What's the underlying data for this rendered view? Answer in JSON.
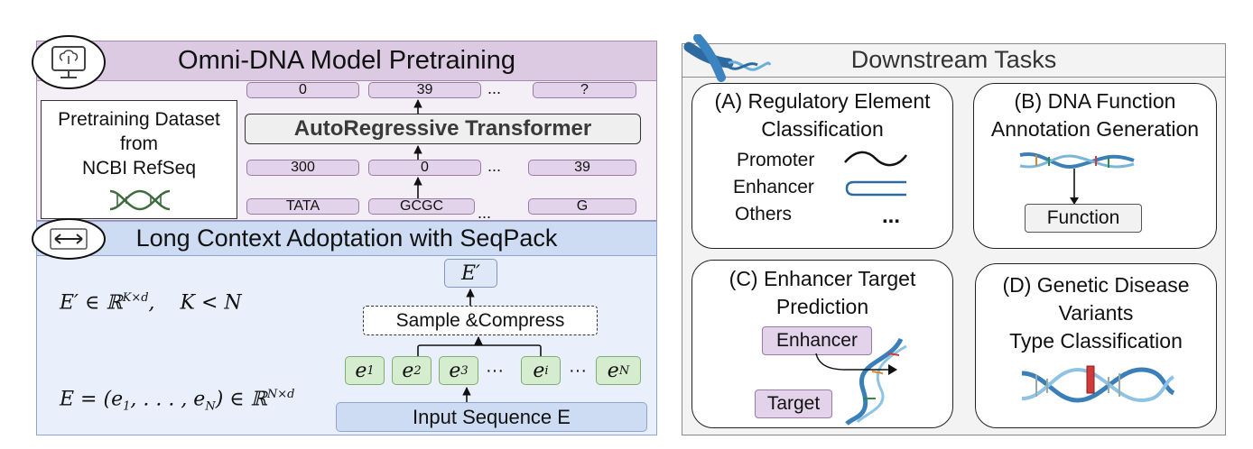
{
  "pretrain": {
    "title": "Omni-DNA Model Pretraining",
    "dataset": "Pretraining Dataset\nfrom\nNCBI RefSeq",
    "transformer": "AutoRegressive Transformer",
    "output_tokens": [
      "0",
      "39",
      "?"
    ],
    "input_ids": [
      "300",
      "0",
      "39"
    ],
    "input_bases": [
      "TATA",
      "GCGC",
      "G"
    ],
    "ellipsis": "..."
  },
  "long_context": {
    "title": "Long Context Adoptation with SeqPack",
    "formula_top_main": "E′ ∈ ℝ",
    "formula_top_sup": "K×d",
    "formula_top_tail": ",    K < N",
    "formula_bottom_main": "E = (e",
    "formula_bottom_mid": ", . . . , e",
    "formula_bottom_end": ") ∈ ℝ",
    "formula_bottom_sup": "N×d",
    "e_prime": "E′",
    "sample_compress": "Sample &Compress",
    "input_sequence": "Input Sequence E",
    "tokens": [
      {
        "base": "e",
        "sub": "1"
      },
      {
        "base": "e",
        "sub": "2"
      },
      {
        "base": "e",
        "sub": "3"
      },
      {
        "base": "e",
        "sub": "i"
      },
      {
        "base": "e",
        "sub": "N"
      }
    ],
    "ellipsis": "···"
  },
  "downstream": {
    "title": "Downstream Tasks",
    "task_a": {
      "title": "(A) Regulatory Element\nClassification",
      "labels": [
        "Promoter",
        "Enhancer",
        "Others"
      ],
      "dots": "..."
    },
    "task_b": {
      "title": "(B) DNA Function\nAnnotation Generation",
      "output": "Function"
    },
    "task_c": {
      "title": "(C) Enhancer Target\nPrediction",
      "enhancer": "Enhancer",
      "target": "Target"
    },
    "task_d": {
      "title": "(D) Genetic Disease\nVariants\nType Classification"
    }
  },
  "colors": {
    "pretrain_bg": "#f4eef6",
    "pretrain_title": "#dcc9e2",
    "long_context_bg": "#e9f0fb",
    "long_context_title": "#cddcf3",
    "token_green": "#d6eccf",
    "dna_blue": "#3a7fb8",
    "variant_red": "#d03a3a"
  },
  "icons": [
    "brain-monitor-icon",
    "dna-icon",
    "resize-arrows-icon",
    "chromosome-icon",
    "dna-helix-icon",
    "mutation-dna-icon"
  ]
}
